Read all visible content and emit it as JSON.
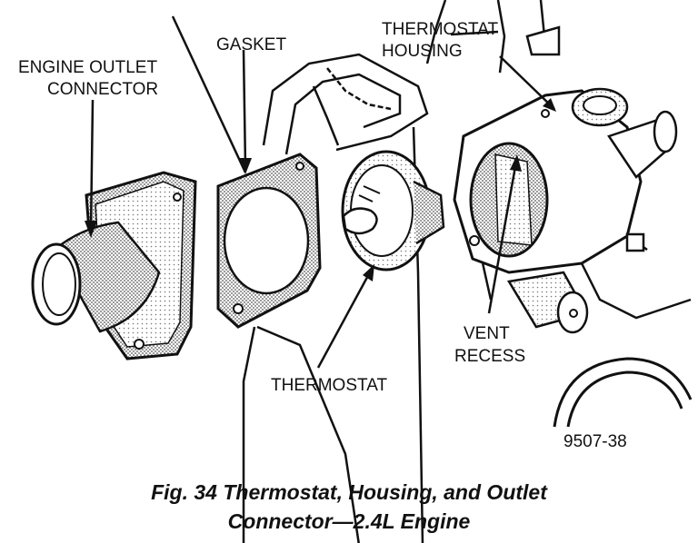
{
  "labels": {
    "engine_outlet_line1": "ENGINE OUTLET",
    "engine_outlet_line2": "CONNECTOR",
    "gasket": "GASKET",
    "thermostat_housing_line1": "THERMOSTAT",
    "thermostat_housing_line2": "HOUSING",
    "vent_line1": "VENT",
    "vent_line2": "RECESS",
    "thermostat": "THERMOSTAT",
    "part_number": "9507-38"
  },
  "caption": {
    "line1": "Fig. 34 Thermostat, Housing, and Outlet",
    "line2": "Connector—2.4L Engine"
  },
  "colors": {
    "ink": "#111111",
    "shade": "#9a9a9a",
    "background": "#ffffff"
  }
}
